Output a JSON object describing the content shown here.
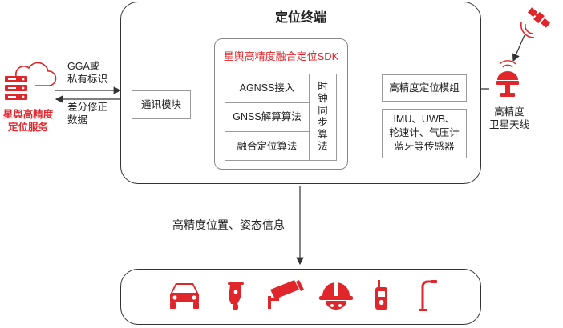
{
  "terminal": {
    "title": "定位终端"
  },
  "sdk": {
    "title": "星舆高精度融合定位SDK",
    "modules": [
      "AGNSS接入",
      "GNSS解算算法",
      "融合定位算法"
    ],
    "sync_label": [
      "时",
      "钟",
      "同",
      "步",
      "算",
      "法"
    ]
  },
  "comm_module": {
    "label": "通讯模块"
  },
  "positioning_module": {
    "label": "高精度定位模组"
  },
  "sensors": {
    "lines": [
      "IMU、UWB、",
      "轮速计、气压计",
      "蓝牙等传感器"
    ]
  },
  "service": {
    "lines": [
      "星舆高精度",
      "定位服务"
    ]
  },
  "antenna": {
    "lines": [
      "高精度",
      "卫星天线"
    ]
  },
  "upload_label": {
    "lines": [
      "GGA或",
      "私有标识"
    ]
  },
  "download_label": {
    "lines": [
      "差分修正",
      "数据"
    ]
  },
  "output_label": "高精度位置、姿态信息",
  "devices": {
    "icons": [
      "car-icon",
      "scooter-icon",
      "camera-icon",
      "helmet-icon",
      "walkie-talkie-icon",
      "street-lamp-icon"
    ]
  },
  "colors": {
    "accent": "#e0262b",
    "border": "#333333",
    "text": "#222222"
  }
}
